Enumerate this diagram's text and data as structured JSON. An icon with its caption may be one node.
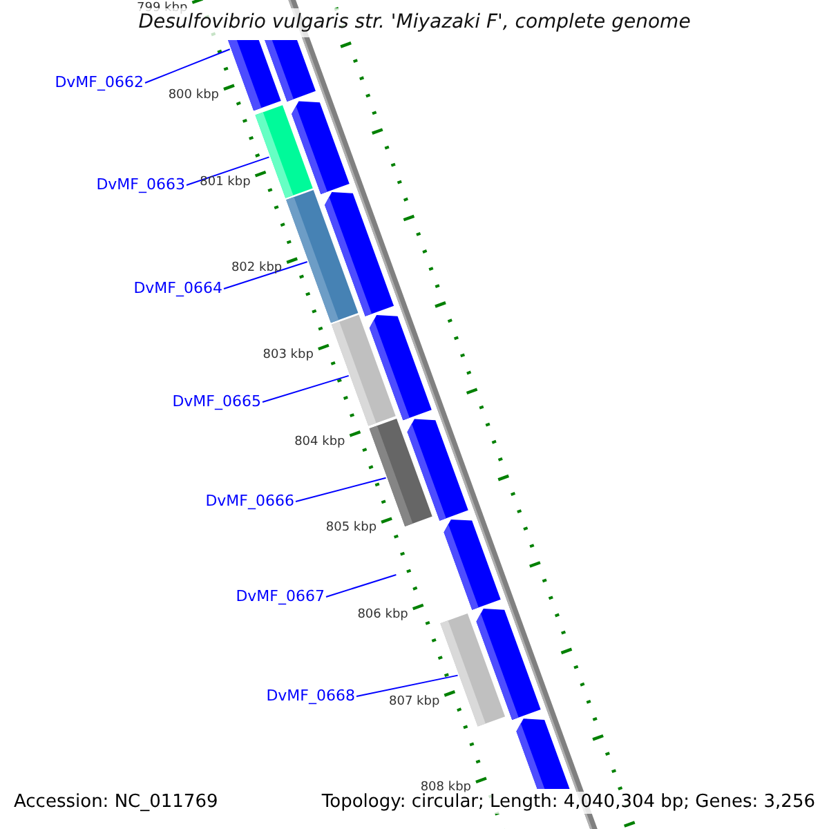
{
  "diagram": {
    "title": "Desulfovibrio vulgaris str. 'Miyazaki F', complete genome",
    "nodes": [
      {
        "text": [
          "DvMF_0662"
        ]
      },
      {
        "text": [
          "DvMF_0663"
        ]
      },
      {
        "text": [
          "DvMF_0664"
        ]
      },
      {
        "text": [
          "DvMF_0665"
        ]
      },
      {
        "text": [
          "DvMF_0666"
        ]
      },
      {
        "text": [
          "DvMF_0667"
        ]
      },
      {
        "text": [
          "DvMF_0668"
        ]
      },
      {
        "text": [],
        "shape": "bar"
      },
      {
        "text": [],
        "shape": "bar"
      },
      {
        "text": [],
        "shape": "bar"
      },
      {
        "text": [],
        "shape": "bar"
      },
      {
        "text": [],
        "shape": "bar"
      },
      {
        "text": [],
        "shape": "bar"
      },
      {
        "text": [],
        "shape": "bar"
      },
      {
        "text": [],
        "shape": "bar"
      },
      {
        "text": [],
        "shape": "bar"
      },
      {
        "text": [],
        "shape": "bar"
      },
      {
        "text": [],
        "shape": "bar"
      },
      {
        "text": [],
        "shape": "bar"
      },
      {
        "text": [],
        "shape": "bar"
      },
      {
        "text": [],
        "shape": "bar"
      }
    ],
    "edges": [
      {
        "from": 0,
        "to": 7,
        "arrow": "none"
      },
      {
        "from": 1,
        "to": 9,
        "arrow": "none"
      },
      {
        "from": 2,
        "to": 11,
        "arrow": "none"
      },
      {
        "from": 3,
        "to": 13,
        "arrow": "none"
      },
      {
        "from": 4,
        "to": 15,
        "arrow": "none"
      },
      {
        "from": 5,
        "to": null,
        "arrow": "none"
      },
      {
        "from": 6,
        "to": 18,
        "arrow": "none"
      }
    ],
    "labels": [
      "799 kbp",
      "800 kbp",
      "801 kbp",
      "802 kbp",
      "803 kbp",
      "804 kbp",
      "805 kbp",
      "806 kbp",
      "807 kbp",
      "808 kbp",
      "Accession: NC_011769",
      "Topology: circular; Length: 4,040,304 bp; Genes: 3,256"
    ]
  }
}
